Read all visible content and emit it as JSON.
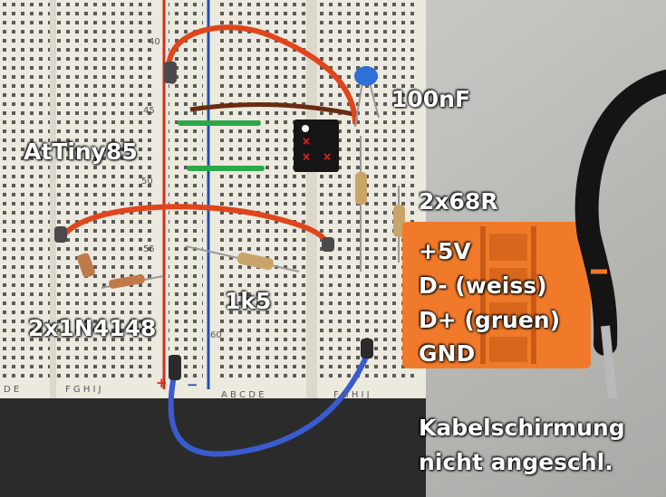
{
  "labels": {
    "attiny": "AtTiny85",
    "cap": "100nF",
    "resistors_68r": "2x68R",
    "resistor_1k5": "1k5",
    "diodes": "2x1N4148",
    "pin_vcc": "+5V",
    "pin_dminus": "D- (weiss)",
    "pin_dplus": "D+ (gruen)",
    "pin_gnd": "GND",
    "shield_line1": "Kabelschirmung",
    "shield_line2": "nicht angeschl."
  },
  "breadboard": {
    "row_numbers": [
      "40",
      "45",
      "50",
      "55",
      "60"
    ],
    "column_letters_left": "D E",
    "column_letters_mid": "F G H I J",
    "column_letters_right": "A B C D E",
    "column_letters_far": "F G H I J",
    "rail_plus": "+",
    "rail_minus": "−"
  },
  "colors": {
    "board": "#ece9df",
    "wire_red": "#e0451c",
    "wire_blue": "#3a5bd0",
    "wire_green": "#2aa84a",
    "connector_orange": "#f07a2a",
    "cable_black": "#141414",
    "rail_red": "#d82c1c",
    "rail_blue": "#1e4fb8"
  }
}
